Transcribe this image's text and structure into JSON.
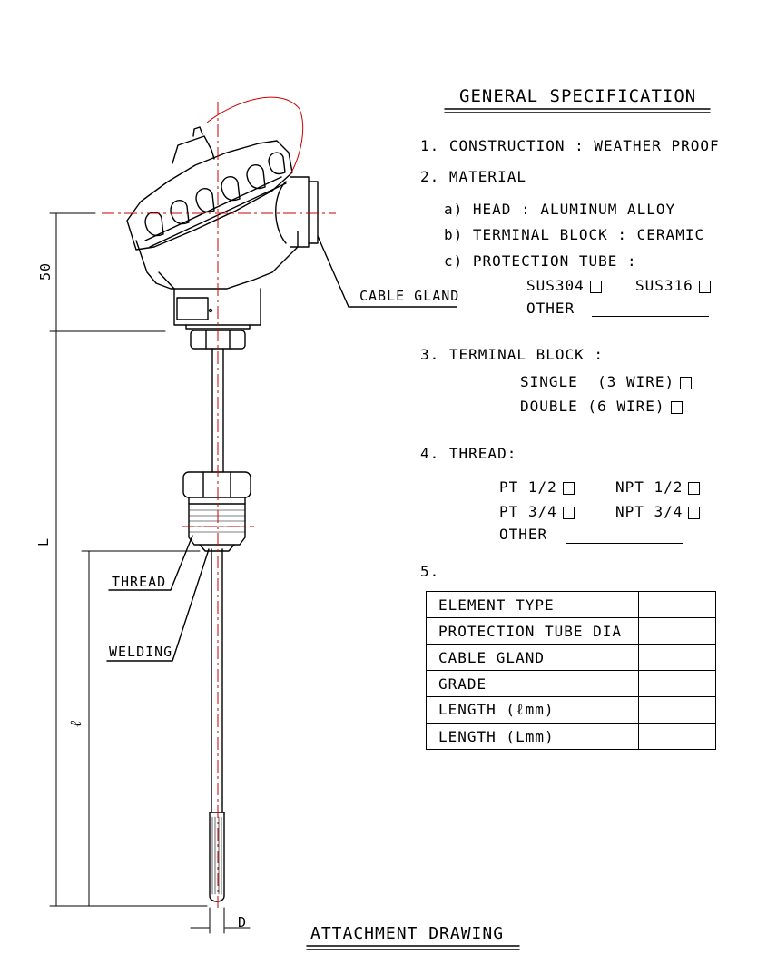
{
  "spec": {
    "title": "GENERAL SPECIFICATION",
    "construction": "1. CONSTRUCTION : WEATHER PROOF",
    "material": "2. MATERIAL",
    "head": "a) HEAD : ALUMINUM ALLOY",
    "terminal_block_material": "b) TERMINAL BLOCK : CERAMIC",
    "protection_tube": "c) PROTECTION TUBE :",
    "sus304": "SUS304",
    "sus316": "SUS316",
    "other": "OTHER",
    "terminal_block": "3. TERMINAL BLOCK :",
    "single": "SINGLE  (3 WIRE)",
    "double": "DOUBLE (6 WIRE)",
    "thread": "4. THREAD:",
    "pt_half": "PT 1/2",
    "npt_half": "NPT 1/2",
    "pt_three_quarter": "PT 3/4",
    "npt_three_quarter": "NPT 3/4",
    "thread_other": "OTHER",
    "item5": "5."
  },
  "table": {
    "rows": [
      "ELEMENT TYPE",
      "PROTECTION TUBE DIA",
      "CABLE GLAND",
      "GRADE",
      "LENGTH (ℓmm)",
      "LENGTH (Lmm)"
    ]
  },
  "drawing": {
    "cable_gland": "CABLE GLAND",
    "thread_label": "THREAD",
    "welding_label": "WELDING",
    "dim_50": "50",
    "dim_L": "L",
    "dim_l": "ℓ",
    "dim_D": "D",
    "caption": "ATTACHMENT DRAWING"
  },
  "colors": {
    "line": "#000000",
    "center_line": "#cc0000"
  }
}
